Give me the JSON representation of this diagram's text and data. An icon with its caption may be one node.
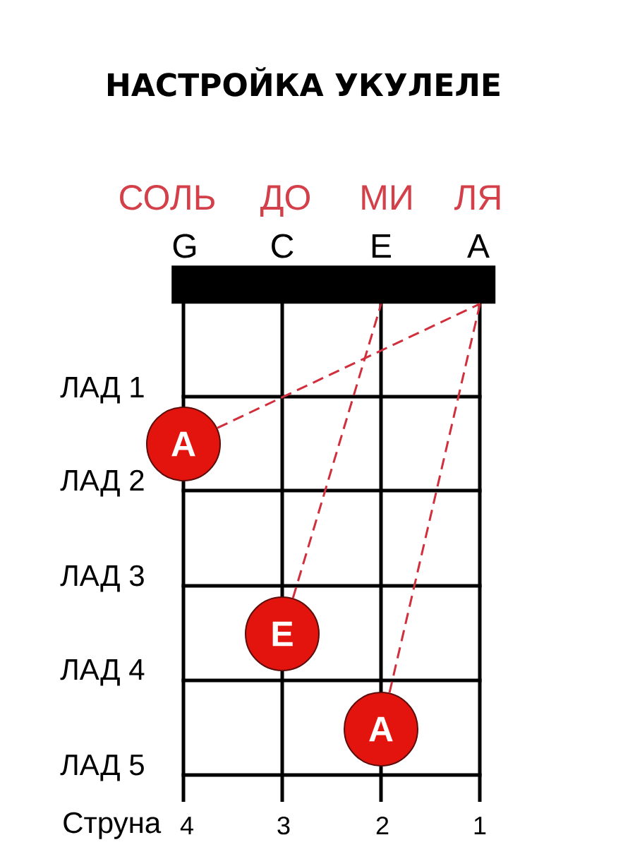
{
  "diagram": {
    "title": "НАСТРОЙКА УКУЛЕЛЕ",
    "nodes": [
      {
        "text": [],
        "shape": "bar"
      },
      {
        "text": [
          "A"
        ]
      },
      {
        "text": [
          "E"
        ]
      },
      {
        "text": [
          "A"
        ]
      }
    ],
    "edges": [
      {
        "from": 1,
        "to": 0,
        "arrow": "none",
        "style": "dashed",
        "color": "#d22f3d"
      },
      {
        "from": 2,
        "to": 0,
        "arrow": "none",
        "style": "dashed",
        "color": "#d22f3d"
      },
      {
        "from": 3,
        "to": 0,
        "arrow": "none",
        "style": "dashed",
        "color": "#d22f3d"
      }
    ],
    "labels": [
      "СОЛЬ",
      "ДО",
      "МИ",
      "ЛЯ",
      "G",
      "C",
      "E",
      "A",
      "ЛАД 1",
      "ЛАД 2",
      "ЛАД 3",
      "ЛАД 4",
      "ЛАД 5",
      "Струна",
      "4",
      "3",
      "2",
      "1"
    ]
  }
}
